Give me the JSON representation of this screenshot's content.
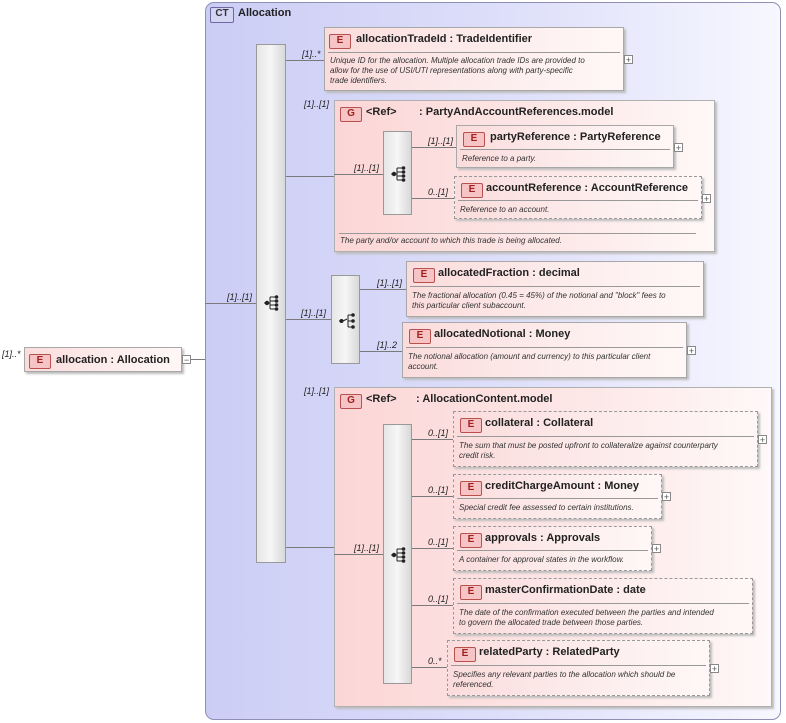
{
  "root": {
    "multiplicity": "[1]..*",
    "badge": "E",
    "name": "allocation",
    "type": "Allocation"
  },
  "complex_type": {
    "badge": "CT",
    "name": "Allocation"
  },
  "outer_sequence": {
    "multiplicity": "[1]..[1]"
  },
  "items": {
    "allocation_trade_id": {
      "multiplicity": "[1]..*",
      "badge": "E",
      "name": "allocationTradeId",
      "type": "TradeIdentifier",
      "doc": [
        "Unique ID for the allocation. Multiple allocation trade IDs are provided to",
        "allow for the use of USI/UTI representations along with party-specific",
        "trade identifiers."
      ]
    },
    "party_group": {
      "multiplicity": "[1]..[1]",
      "badge": "G",
      "ref": "<Ref>",
      "name": "PartyAndAccountReferences.model",
      "doc": "The party and/or account to which this trade is being allocated.",
      "sequence_multiplicity": "[1]..[1]",
      "children": {
        "party_reference": {
          "multiplicity": "[1]..[1]",
          "badge": "E",
          "name": "partyReference",
          "type": "PartyReference",
          "doc": [
            "Reference to a party."
          ]
        },
        "account_reference": {
          "multiplicity": "0..[1]",
          "badge": "E",
          "name": "accountReference",
          "type": "AccountReference",
          "doc": [
            "Reference to an account."
          ]
        }
      }
    },
    "choice": {
      "multiplicity": "[1]..[1]",
      "children": {
        "allocated_fraction": {
          "multiplicity": "[1]..[1]",
          "badge": "E",
          "name": "allocatedFraction",
          "type": "decimal",
          "doc": [
            "The fractional allocation (0.45 = 45%) of the notional and \"block\" fees to",
            "this particular client subaccount."
          ]
        },
        "allocated_notional": {
          "multiplicity": "[1]..2",
          "badge": "E",
          "name": "allocatedNotional",
          "type": "Money",
          "doc": [
            "The notional allocation (amount and currency) to this particular client",
            "account."
          ]
        }
      }
    },
    "content_group": {
      "multiplicity": "[1]..[1]",
      "badge": "G",
      "ref": "<Ref>",
      "name": "AllocationContent.model",
      "sequence_multiplicity": "[1]..[1]",
      "children": {
        "collateral": {
          "multiplicity": "0..[1]",
          "badge": "E",
          "name": "collateral",
          "type": "Collateral",
          "doc": [
            "The sum that must be posted upfront to collateralize against counterparty",
            "credit risk."
          ]
        },
        "credit_charge_amount": {
          "multiplicity": "0..[1]",
          "badge": "E",
          "name": "creditChargeAmount",
          "type": "Money",
          "doc": [
            "Special credit fee assessed to certain institutions."
          ]
        },
        "approvals": {
          "multiplicity": "0..[1]",
          "badge": "E",
          "name": "approvals",
          "type": "Approvals",
          "doc": [
            "A container for approval states in the workflow."
          ]
        },
        "master_confirmation_date": {
          "multiplicity": "0..[1]",
          "badge": "E",
          "name": "masterConfirmationDate",
          "type": "date",
          "doc": [
            "The date of the confirmation executed between the parties and intended",
            "to govern the allocated trade between those parties."
          ]
        },
        "related_party": {
          "multiplicity": "0..*",
          "badge": "E",
          "name": "relatedParty",
          "type": "RelatedParty",
          "doc": [
            "Specifies any relevant parties to the allocation which should be",
            "referenced."
          ]
        }
      }
    }
  },
  "icons": {
    "expand": "+",
    "collapse": "−"
  },
  "colors": {
    "element_fill": "#fbdcdc",
    "complex_type_fill": "#cbcdf5",
    "badge_border": "#b85050"
  }
}
